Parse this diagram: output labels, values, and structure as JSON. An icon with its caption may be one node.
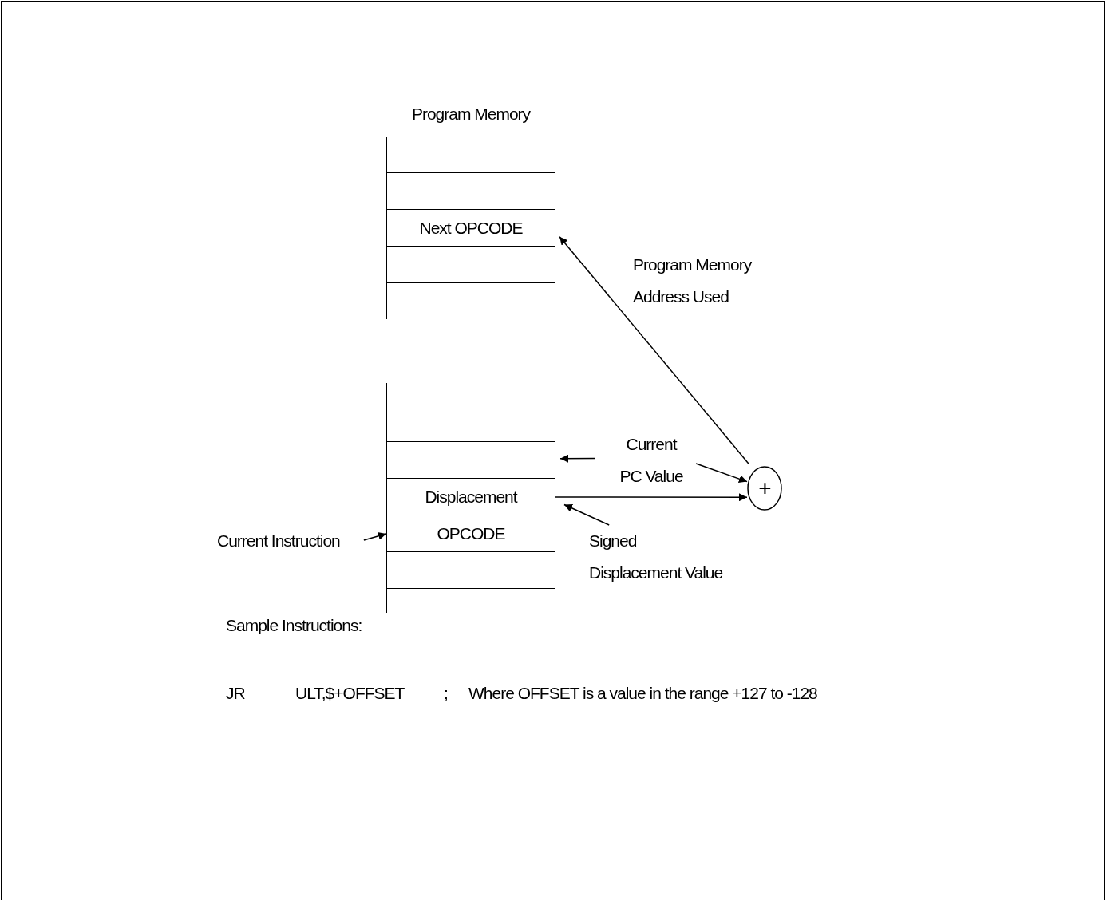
{
  "diagram": {
    "nodes": [
      {
        "text": [
          "Program Memory"
        ]
      },
      {
        "text": [],
        "shape": "box",
        "in": 0
      },
      {
        "text": [],
        "shape": "box",
        "in": 0
      },
      {
        "text": [
          "Next OPCODE"
        ],
        "in": 0
      },
      {
        "text": [],
        "shape": "box",
        "in": 0
      },
      {
        "text": [],
        "shape": "box",
        "in": 0
      },
      {
        "text": [],
        "shape": "box"
      },
      {
        "text": [],
        "shape": "box",
        "in": 6
      },
      {
        "text": [],
        "shape": "box",
        "in": 6
      },
      {
        "text": [],
        "shape": "box",
        "in": 6
      },
      {
        "text": [
          "Displacement"
        ],
        "in": 6
      },
      {
        "text": [
          "OPCODE"
        ],
        "in": 6
      },
      {
        "text": [],
        "shape": "box",
        "in": 6
      },
      {
        "text": [],
        "shape": "box",
        "in": 6
      },
      {
        "text": [
          "+"
        ]
      },
      {
        "text": [
          "Current Instruction"
        ]
      },
      {
        "text": [
          "Current PC Value"
        ]
      },
      {
        "text": [
          "Signed Displacement Value"
        ]
      }
    ],
    "edges": [
      {
        "from": 15,
        "to": 11,
        "arrow": "to"
      },
      {
        "from": 10,
        "to": 14,
        "arrow": "to"
      },
      {
        "from": 16,
        "to": 9,
        "arrow": "to"
      },
      {
        "from": 16,
        "to": 14,
        "arrow": "to"
      },
      {
        "from": 17,
        "to": 10,
        "arrow": "to"
      },
      {
        "from": 14,
        "to": 3,
        "arrow": "to",
        "label": "Program Memory Address Used"
      }
    ],
    "labels": [
      "Sample Instructions:",
      "JR",
      "ULT,$+OFFSET",
      ";",
      "Where OFFSET is a value in the range +127 to -128"
    ]
  }
}
